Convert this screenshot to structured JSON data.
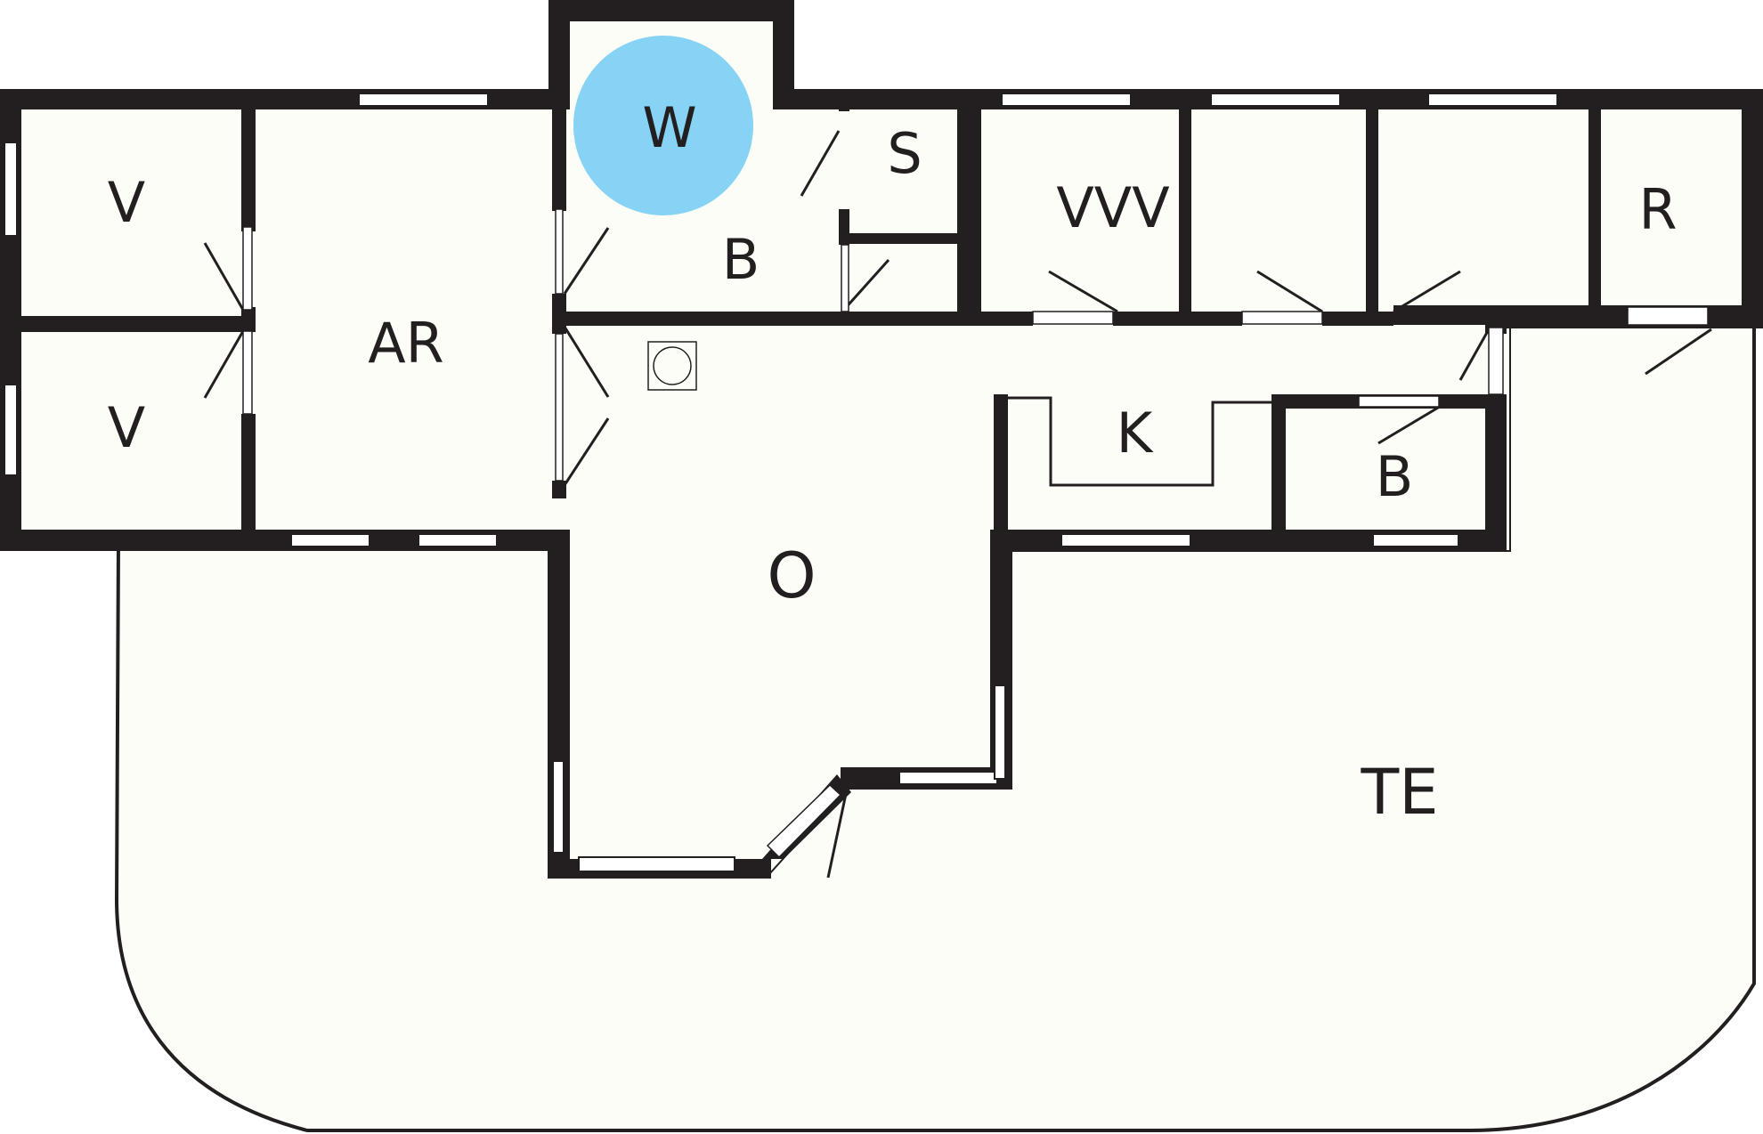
{
  "colors": {
    "wall": "#231f20",
    "floor": "#fdfdf7",
    "marker": "#86d3f5",
    "window": "#ffffff"
  },
  "rooms": {
    "v_top": "V",
    "v_bottom": "V",
    "ar": "AR",
    "w": "W",
    "b_top": "B",
    "s": "S",
    "vvv": "VVV",
    "r": "R",
    "k": "K",
    "b_right": "B",
    "o": "O",
    "te": "TE"
  },
  "icons": {
    "marker": "wc-marker-circle",
    "drain": "floor-drain-icon"
  }
}
